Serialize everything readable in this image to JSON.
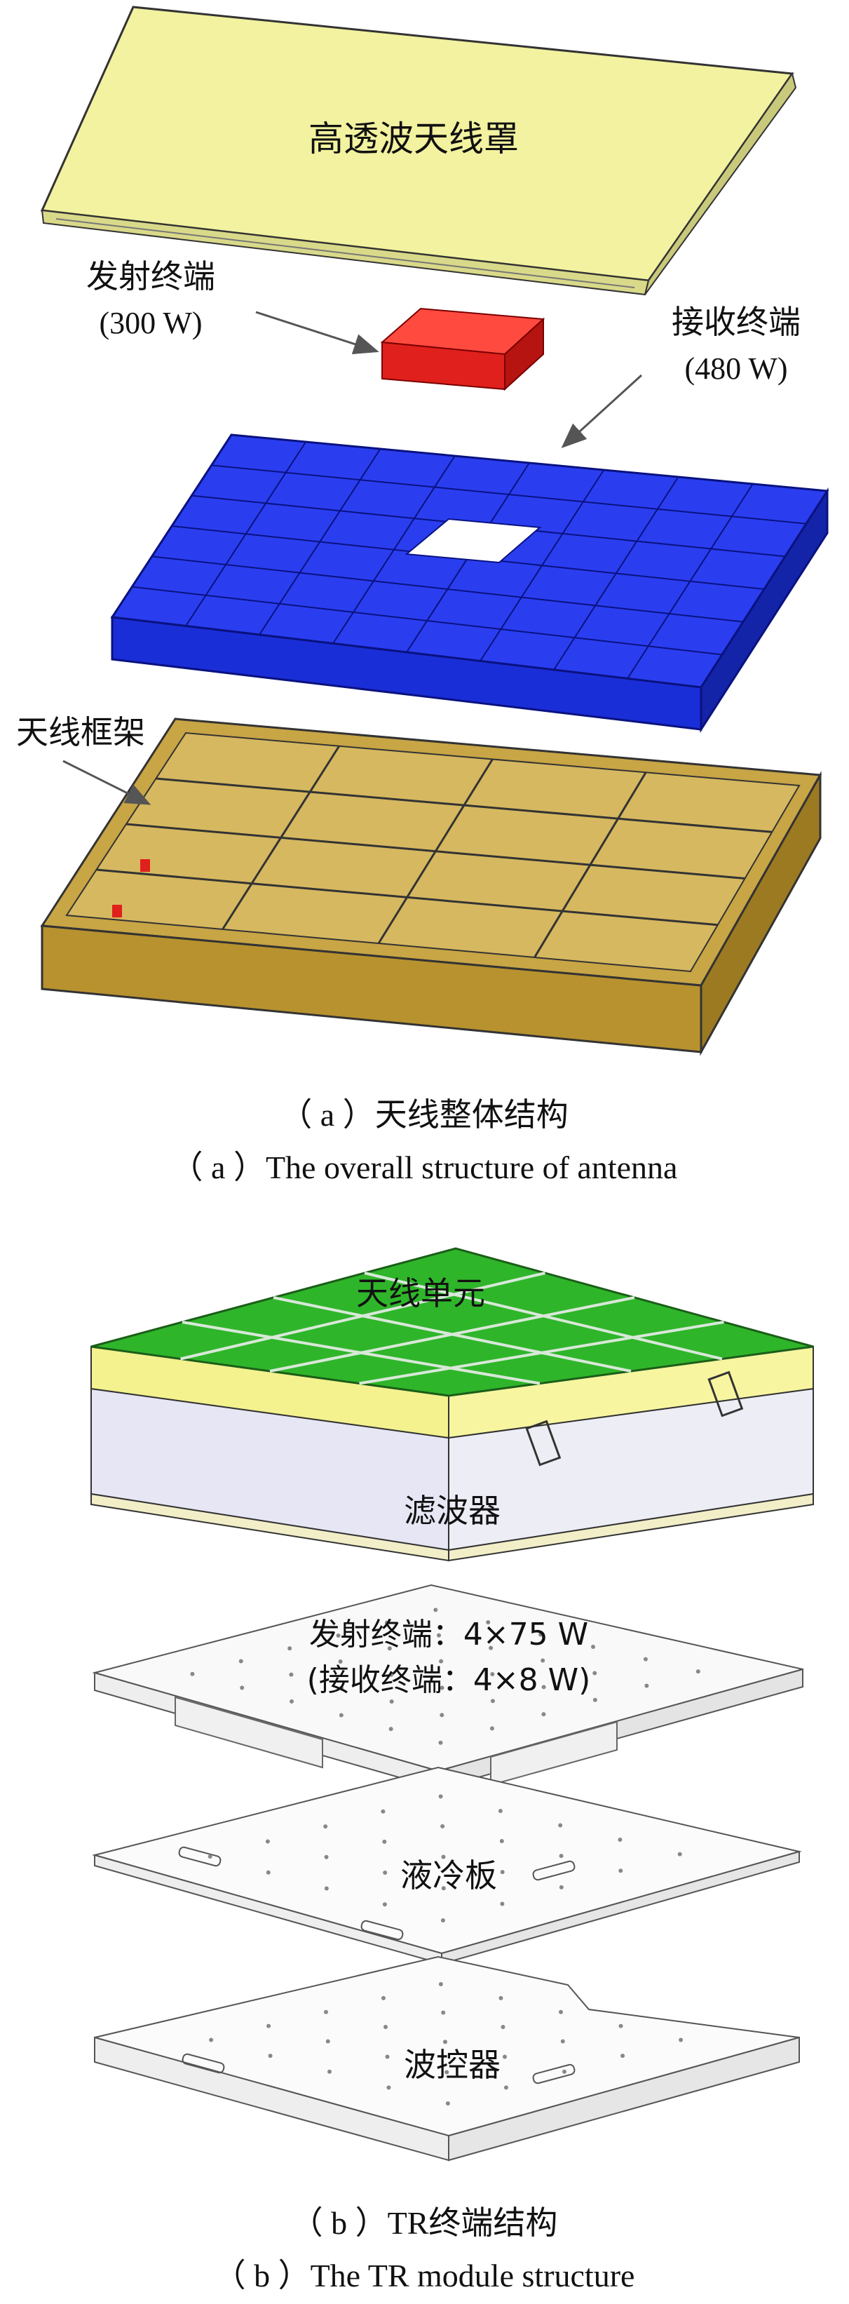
{
  "part_a": {
    "radome_label": "高透波天线罩",
    "transmit_label": "发射终端",
    "transmit_power": "(300 W)",
    "receive_label": "接收终端",
    "receive_power": "(480 W)",
    "frame_label": "天线框架",
    "caption_cn": "（ a ）天线整体结构",
    "caption_en": "（ a ）The overall structure of antenna"
  },
  "part_b": {
    "antenna_unit_label": "天线单元",
    "filter_label": "滤波器",
    "transmit_spec": "发射终端：4×75 W",
    "receive_spec": "(接收终端：4×8 W)",
    "cold_plate_label": "液冷板",
    "beam_controller_label": "波控器",
    "caption_cn": "（ b ）TR终端结构",
    "caption_en": "（ b ）The TR module structure"
  },
  "colors": {
    "radome": "#f2f2a0",
    "transmit_module": "#e0201c",
    "receive_module": "#1a2ed8",
    "frame": "#c8a545",
    "antenna_unit": "#2fb52a",
    "filter": "#e6e6f4",
    "plate": "#f7f7f7"
  }
}
